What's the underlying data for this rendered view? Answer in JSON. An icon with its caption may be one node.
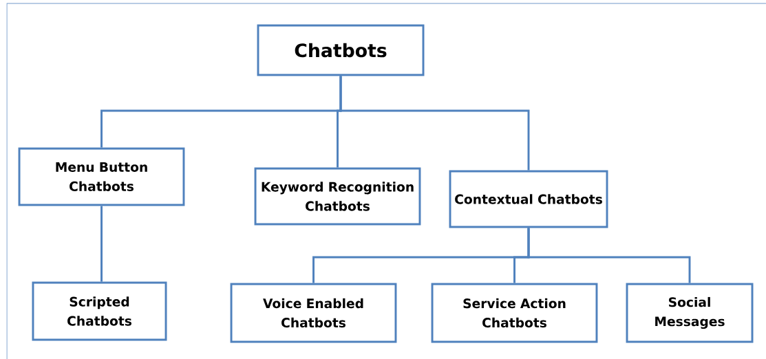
{
  "diagram": {
    "nodes": [
      {
        "text": [
          "Chatbots"
        ]
      },
      {
        "text": [
          "Menu Button Chatbots"
        ]
      },
      {
        "text": [
          "Keyword Recognition Chatbots"
        ]
      },
      {
        "text": [
          "Contextual Chatbots"
        ]
      },
      {
        "text": [
          "Scripted Chatbots"
        ]
      },
      {
        "text": [
          "Voice Enabled Chatbots"
        ]
      },
      {
        "text": [
          "Service Action Chatbots"
        ]
      },
      {
        "text": [
          "Social Messages"
        ]
      }
    ],
    "edges": [
      {
        "from": 0,
        "to": 1,
        "arrow": "none"
      },
      {
        "from": 0,
        "to": 2,
        "arrow": "none"
      },
      {
        "from": 0,
        "to": 3,
        "arrow": "none"
      },
      {
        "from": 1,
        "to": 4,
        "arrow": "none"
      },
      {
        "from": 3,
        "to": 5,
        "arrow": "none"
      },
      {
        "from": 3,
        "to": 6,
        "arrow": "none"
      },
      {
        "from": 3,
        "to": 7,
        "arrow": "none"
      }
    ]
  }
}
